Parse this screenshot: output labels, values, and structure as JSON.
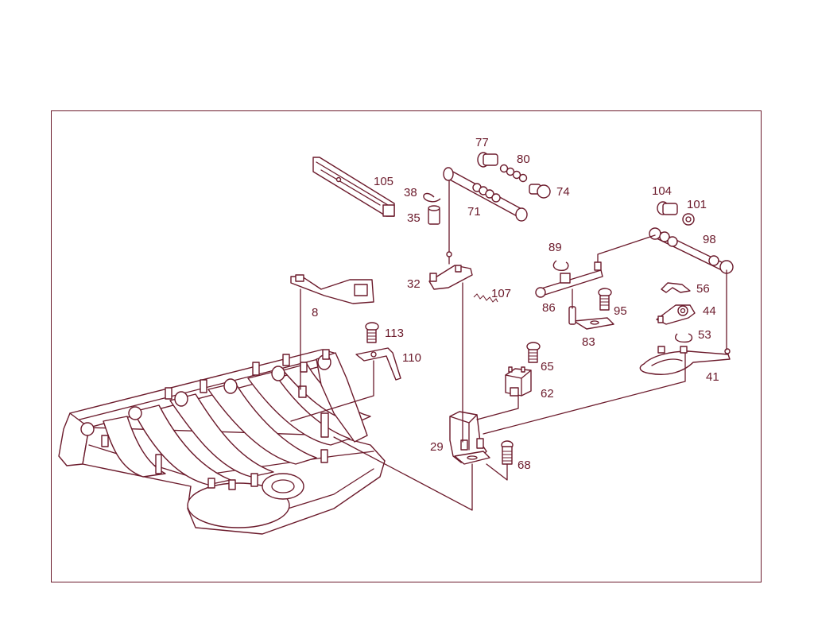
{
  "colors": {
    "line": "#6b1a2b",
    "background": "#ffffff"
  },
  "callouts": {
    "p77": "77",
    "p80": "80",
    "p74": "74",
    "p105": "105",
    "p38": "38",
    "p71": "71",
    "p35": "35",
    "p104": "104",
    "p101": "101",
    "p98": "98",
    "p89": "89",
    "p32": "32",
    "p107": "107",
    "p56": "56",
    "p8": "8",
    "p86": "86",
    "p95": "95",
    "p44": "44",
    "p113": "113",
    "p83": "83",
    "p53": "53",
    "p110": "110",
    "p65": "65",
    "p41": "41",
    "p62": "62",
    "p29": "29",
    "p68": "68"
  }
}
